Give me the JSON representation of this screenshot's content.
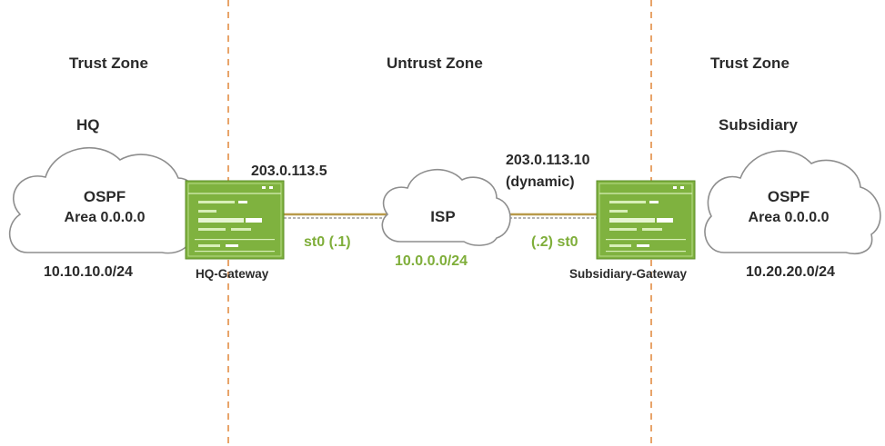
{
  "zones": {
    "left": "Trust Zone",
    "middle": "Untrust Zone",
    "right": "Trust Zone"
  },
  "hq": {
    "site_label": "HQ",
    "protocol": "OSPF",
    "area": "Area 0.0.0.0",
    "subnet": "10.10.10.0/24",
    "gateway_name": "HQ-Gateway",
    "public_ip": "203.0.113.5",
    "tunnel_label": "st0 (.1)"
  },
  "isp": {
    "label": "ISP",
    "tunnel_subnet": "10.0.0.0/24"
  },
  "subsidiary": {
    "site_label": "Subsidiary",
    "protocol": "OSPF",
    "area": "Area 0.0.0.0",
    "subnet": "10.20.20.0/24",
    "gateway_name": "Subsidiary-Gateway",
    "public_ip": "203.0.113.10",
    "public_ip_note": "(dynamic)",
    "tunnel_label": "(.2) st0"
  },
  "colors": {
    "zone_divider": "#e8a46a",
    "gateway_green": "#7fb23f",
    "tunnel_link": "#b89a4a",
    "accent_text": "#7fae3a",
    "cloud_stroke": "#8e8e8e"
  },
  "icons": {
    "cloud": "cloud-icon",
    "gateway": "firewall-gateway-icon"
  }
}
